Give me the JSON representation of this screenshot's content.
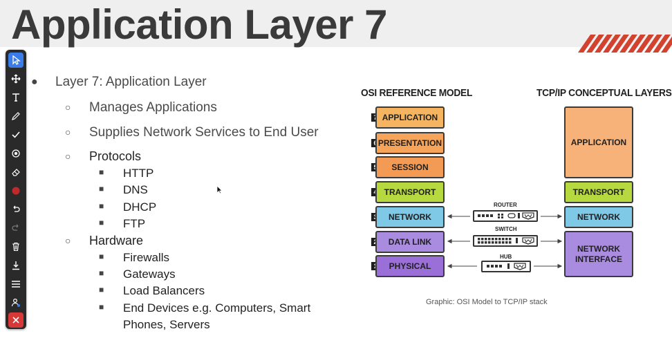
{
  "slide": {
    "title": "Application Layer 7",
    "caption": "Graphic: OSI Model to TCP/IP stack"
  },
  "bullets": {
    "main": "Layer 7: Application Layer",
    "manages": "Manages Applications",
    "supplies": "Supplies Network Services to End User",
    "protocols": {
      "label": "Protocols",
      "items": [
        "HTTP",
        "DNS",
        "DHCP",
        "FTP"
      ]
    },
    "hardware": {
      "label": "Hardware",
      "items": [
        "Firewalls",
        "Gateways",
        "Load Balancers",
        "End Devices e.g. Computers, Smart",
        "Phones, Servers"
      ]
    }
  },
  "diagram": {
    "osi_heading": "OSI REFERENCE MODEL",
    "tcp_heading": "TCP/IP CONCEPTUAL LAYERS",
    "osi_layers": [
      {
        "num": "7",
        "name": "APPLICATION",
        "color": "#f5b560"
      },
      {
        "num": "6",
        "name": "PRESENTATION",
        "color": "#f5a45a"
      },
      {
        "num": "5",
        "name": "SESSION",
        "color": "#f39a55"
      },
      {
        "num": "4",
        "name": "TRANSPORT",
        "color": "#b5d93e"
      },
      {
        "num": "3",
        "name": "NETWORK",
        "color": "#7fc8e6"
      },
      {
        "num": "2",
        "name": "DATA LINK",
        "color": "#a98be0"
      },
      {
        "num": "1",
        "name": "PHYSICAL",
        "color": "#9b6fd8"
      }
    ],
    "tcp_layers": [
      {
        "name": "APPLICATION",
        "color": "#f7b27a"
      },
      {
        "name": "TRANSPORT",
        "color": "#b5d93e"
      },
      {
        "name": "NETWORK",
        "color": "#7fc8e6"
      },
      {
        "name_line1": "NETWORK",
        "name_line2": "INTERFACE",
        "color": "#a98be0"
      }
    ],
    "devices": {
      "router": "ROUTER",
      "switch": "SWITCH",
      "hub": "HUB"
    }
  },
  "toolbar": {
    "tools": [
      "pointer-icon",
      "move-icon",
      "text-icon",
      "pen-icon",
      "check-icon",
      "spotlight-icon",
      "eraser-icon",
      "record-icon",
      "undo-icon",
      "redo-icon",
      "trash-icon",
      "download-icon",
      "menu-icon",
      "user-settings-icon",
      "close-icon"
    ],
    "accent": "#3b7de8",
    "close_color": "#d93838",
    "record_color": "#c0292b"
  }
}
